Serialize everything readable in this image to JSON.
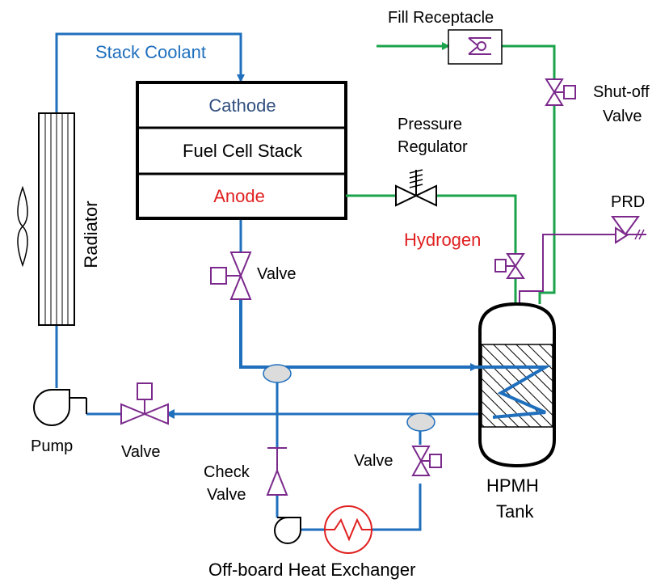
{
  "labels": {
    "fill_receptacle": "Fill Receptacle",
    "stack_coolant": "Stack Coolant",
    "cathode": "Cathode",
    "fuel_cell_stack": "Fuel Cell Stack",
    "anode": "Anode",
    "pressure_regulator_line1": "Pressure",
    "pressure_regulator_line2": "Regulator",
    "shutoff_valve_line1": "Shut-off",
    "shutoff_valve_line2": "Valve",
    "prd": "PRD",
    "hydrogen": "Hydrogen",
    "radiator": "Radiator",
    "valve_stack": "Valve",
    "pump": "Pump",
    "valve_pump": "Valve",
    "check_valve_line1": "Check",
    "check_valve_line2": "Valve",
    "valve_hx": "Valve",
    "tank_line1": "HPMH",
    "tank_line2": "Tank",
    "offboard_hx": "Off-board Heat Exchanger"
  },
  "colors": {
    "coolant": "#1f6fbd",
    "hydrogen_line": "#1aa34a",
    "safety_line": "#7b2a8c",
    "anode_text": "#e02020",
    "cathode_text": "#2f4f7f",
    "coolant_text": "#1f6fbd",
    "heat_exchanger": "#e02020"
  },
  "icons": [
    "radiator-fan-icon",
    "pump-icon",
    "gate-valve-icon",
    "check-valve-icon",
    "pressure-regulator-icon",
    "prd-icon",
    "heat-exchanger-icon",
    "fill-receptacle-icon"
  ]
}
